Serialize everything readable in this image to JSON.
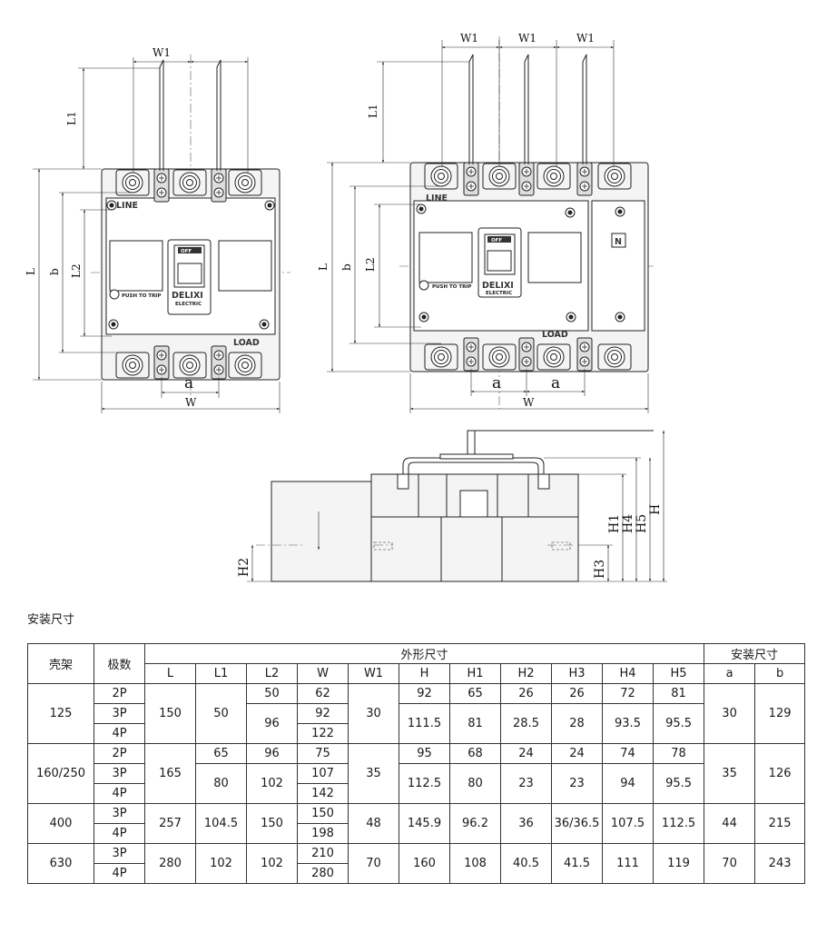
{
  "drawing": {
    "front_left": {
      "labels": [
        "W1",
        "L1",
        "L",
        "b",
        "L2",
        "a",
        "W"
      ],
      "panel_line": "LINE",
      "panel_load": "LOAD",
      "push_to_trip": "PUSH TO TRIP",
      "off": "OFF",
      "brand": "DELIXI",
      "brand_sub": "ELECTRIC"
    },
    "front_right": {
      "labels": [
        "W1",
        "W1",
        "W1",
        "L1",
        "L",
        "b",
        "L2",
        "a",
        "a",
        "W"
      ],
      "panel_line": "LINE",
      "panel_load": "LOAD",
      "push_to_trip": "PUSH TO TRIP",
      "off": "OFF",
      "brand": "DELIXI",
      "brand_sub": "ELECTRIC",
      "neutral": "N"
    },
    "side": {
      "labels": [
        "H2",
        "H3",
        "H1",
        "H4",
        "H5",
        "H"
      ]
    }
  },
  "section_title": "安装尺寸",
  "table": {
    "col_frame": "壳架",
    "col_poles": "极数",
    "group_outline": "外形尺寸",
    "group_mounting": "安装尺寸",
    "outline_cols": [
      "L",
      "L1",
      "L2",
      "W",
      "W1",
      "H",
      "H1",
      "H2",
      "H3",
      "H4",
      "H5"
    ],
    "mounting_cols": [
      "a",
      "b"
    ],
    "groups": [
      {
        "frame": "125",
        "poles": [
          "2P",
          "3P",
          "4P"
        ],
        "L": "150",
        "L1": "50",
        "L2": [
          "50",
          "96"
        ],
        "W": [
          "62",
          "92",
          "122"
        ],
        "W1": "30",
        "H": [
          "92",
          "111.5"
        ],
        "H1": [
          "65",
          "81"
        ],
        "H2": [
          "26",
          "28.5"
        ],
        "H3": [
          "26",
          "28"
        ],
        "H4": [
          "72",
          "93.5"
        ],
        "H5": [
          "81",
          "95.5"
        ],
        "a": "30",
        "b": "129"
      },
      {
        "frame": "160/250",
        "poles": [
          "2P",
          "3P",
          "4P"
        ],
        "L": "165",
        "L1": [
          "65",
          "80"
        ],
        "L2": [
          "96",
          "102"
        ],
        "W": [
          "75",
          "107",
          "142"
        ],
        "W1": "35",
        "H": [
          "95",
          "112.5"
        ],
        "H1": [
          "68",
          "80"
        ],
        "H2": [
          "24",
          "23"
        ],
        "H3": [
          "24",
          "23"
        ],
        "H4": [
          "74",
          "94"
        ],
        "H5": [
          "78",
          "95.5"
        ],
        "a": "35",
        "b": "126"
      },
      {
        "frame": "400",
        "poles": [
          "3P",
          "4P"
        ],
        "L": "257",
        "L1": "104.5",
        "L2": "150",
        "W": [
          "150",
          "198"
        ],
        "W1": "48",
        "H": "145.9",
        "H1": "96.2",
        "H2": "36",
        "H3": "36/36.5",
        "H4": "107.5",
        "H5": "112.5",
        "a": "44",
        "b": "215"
      },
      {
        "frame": "630",
        "poles": [
          "3P",
          "4P"
        ],
        "L": "280",
        "L1": "102",
        "L2": "102",
        "W": [
          "210",
          "280"
        ],
        "W1": "70",
        "H": "160",
        "H1": "108",
        "H2": "40.5",
        "H3": "41.5",
        "H4": "111",
        "H5": "119",
        "a": "70",
        "b": "243"
      }
    ]
  }
}
